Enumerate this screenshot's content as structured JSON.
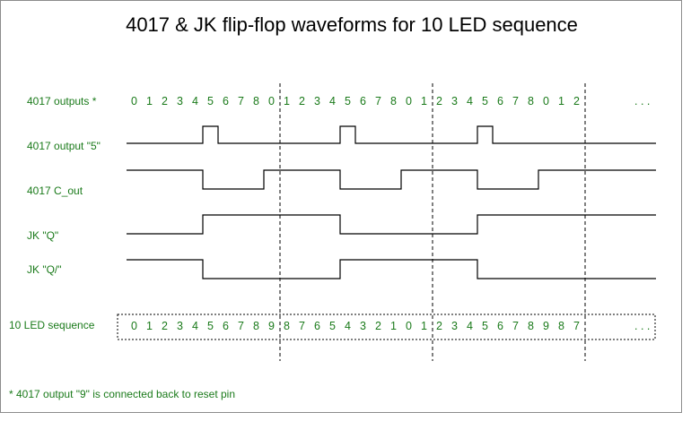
{
  "title": "4017 & JK flip-flop waveforms for 10 LED sequence",
  "labels": {
    "outputs": "4017 outputs *",
    "output5": "4017 output \"5\"",
    "cout": "4017 C_out",
    "q": "JK \"Q\"",
    "qbar": "JK \"Q/\"",
    "led": "10 LED sequence"
  },
  "footnote": "* 4017 output \"9\" is connected back to reset pin",
  "sequences": {
    "outputs": [
      "0",
      "1",
      "2",
      "3",
      "4",
      "5",
      "6",
      "7",
      "8",
      "0",
      "1",
      "2",
      "3",
      "4",
      "5",
      "6",
      "7",
      "8",
      "0",
      "1",
      "2",
      "3",
      "4",
      "5",
      "6",
      "7",
      "8",
      "0",
      "1",
      "2"
    ],
    "outputs_ellipsis": ". . .",
    "led": [
      "0",
      "1",
      "2",
      "3",
      "4",
      "5",
      "6",
      "7",
      "8",
      "9",
      "8",
      "7",
      "6",
      "5",
      "4",
      "3",
      "2",
      "1",
      "0",
      "1",
      "2",
      "3",
      "4",
      "5",
      "6",
      "7",
      "8",
      "9",
      "8",
      "7"
    ],
    "led_ellipsis": ". . ."
  },
  "waveforms": {
    "output5": [
      0,
      0,
      0,
      0,
      0,
      1,
      0,
      0,
      0,
      0,
      0,
      0,
      0,
      0,
      1,
      0,
      0,
      0,
      0,
      0,
      0,
      0,
      0,
      1,
      0,
      0,
      0,
      0,
      0,
      0,
      0
    ],
    "cout": [
      1,
      1,
      1,
      1,
      1,
      0,
      0,
      0,
      0,
      1,
      1,
      1,
      1,
      1,
      0,
      0,
      0,
      0,
      1,
      1,
      1,
      1,
      1,
      0,
      0,
      0,
      0,
      1,
      1,
      1,
      1
    ],
    "q": [
      0,
      0,
      0,
      0,
      0,
      1,
      1,
      1,
      1,
      1,
      1,
      1,
      1,
      1,
      0,
      0,
      0,
      0,
      0,
      0,
      0,
      0,
      0,
      1,
      1,
      1,
      1,
      1,
      1,
      1,
      1
    ],
    "qbar": [
      1,
      1,
      1,
      1,
      1,
      0,
      0,
      0,
      0,
      0,
      0,
      0,
      0,
      0,
      1,
      1,
      1,
      1,
      1,
      1,
      1,
      1,
      1,
      0,
      0,
      0,
      0,
      0,
      0,
      0,
      0
    ]
  },
  "colors": {
    "label": "#1a7a1a",
    "line": "#000000",
    "title": "#000000"
  }
}
